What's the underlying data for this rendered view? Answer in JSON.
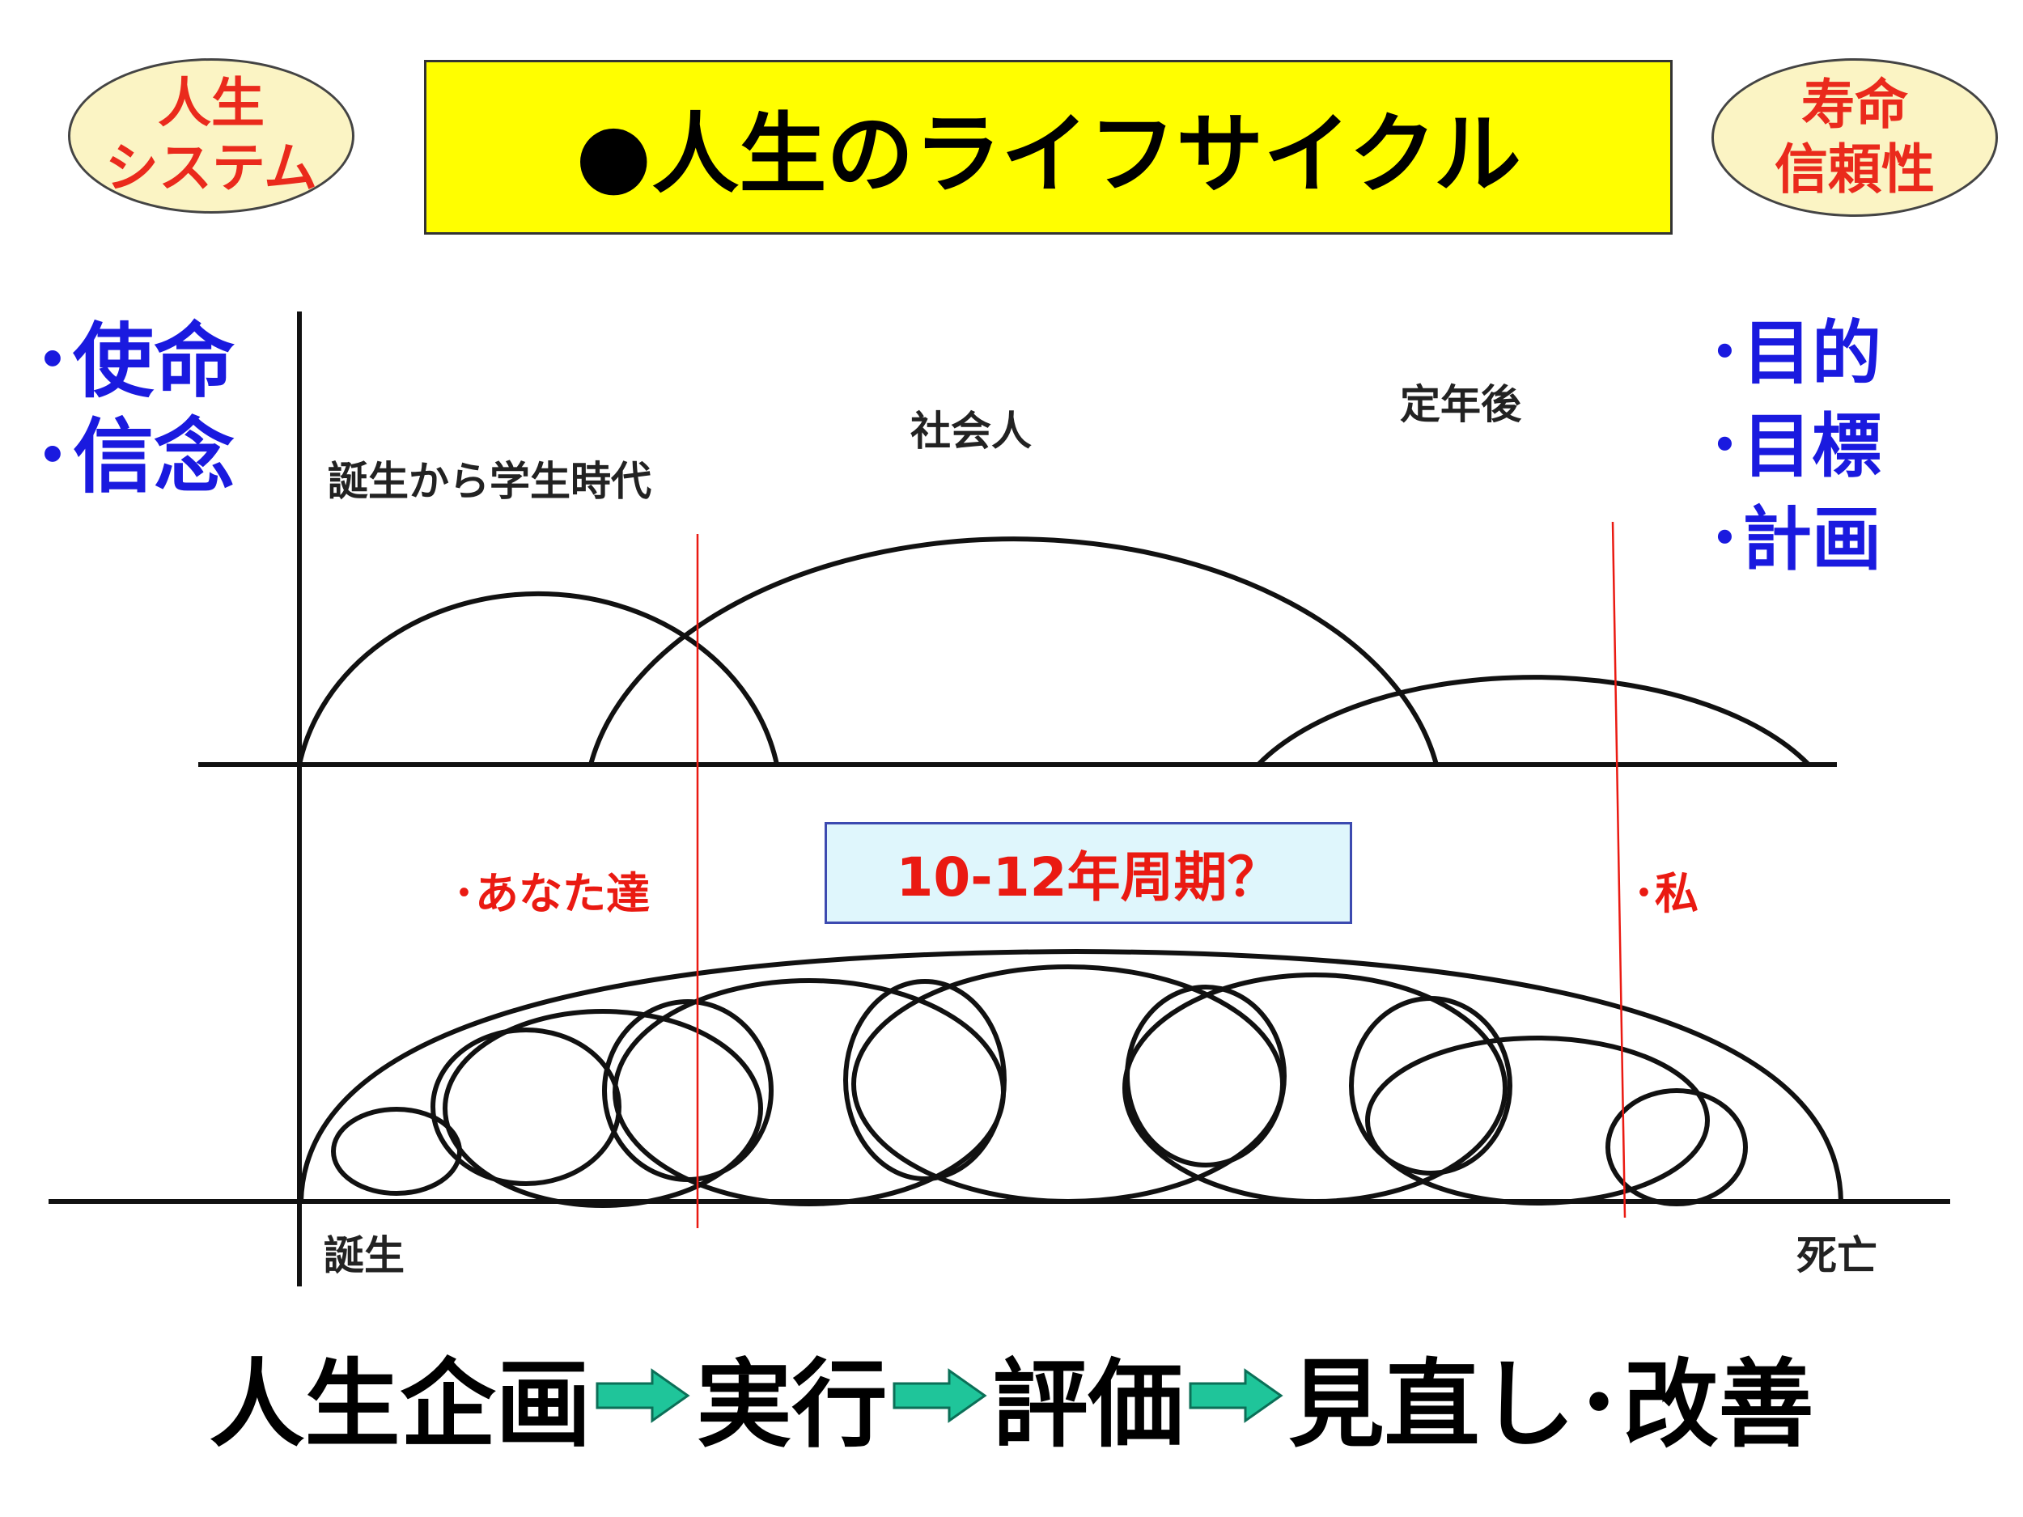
{
  "badges": {
    "left": "人生\nシステム",
    "right": "寿命\n信頼性"
  },
  "title": "●人生のライフサイクル",
  "left_list": [
    "･使命",
    "･信念"
  ],
  "right_list": [
    "･目的",
    "･目標",
    "･計画"
  ],
  "diagram": {
    "stage_birth_student": "誕生から学生時代",
    "stage_worker": "社会人",
    "stage_retirement": "定年後",
    "marker_you": "･あなた達",
    "marker_me": "･私",
    "cycle_note": "10-12年周期？",
    "axis_start": "誕生",
    "axis_end": "死亡"
  },
  "flow": [
    "人生企画",
    "実行",
    "評価",
    "見直し･改善"
  ],
  "colors": {
    "badge_fill": "#fbf4c4",
    "title_fill": "#fffe00",
    "accent_red": "#ea1a12",
    "accent_blue": "#1a1adf",
    "note_fill": "#dff6fc",
    "arrow_green": "#1fc59a"
  }
}
